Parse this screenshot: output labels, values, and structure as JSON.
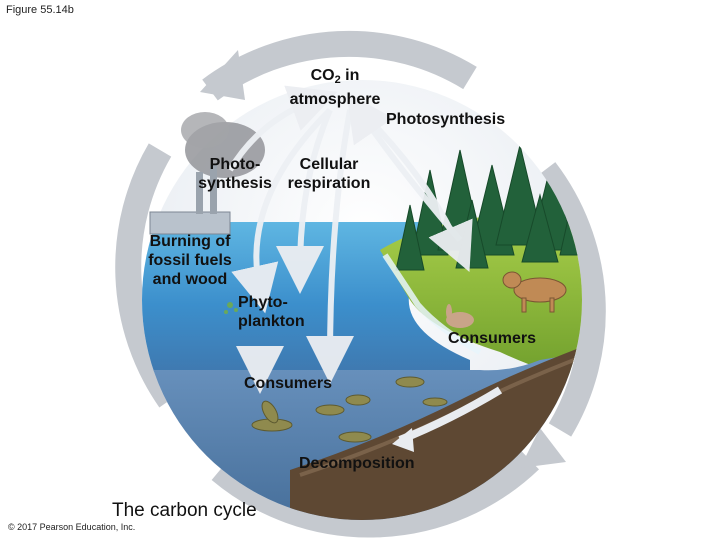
{
  "figure_label": "Figure 55.14b",
  "co2": {
    "line1_prefix": "CO",
    "line1_sub": "2",
    "line1_suffix": " in",
    "line2": "atmosphere"
  },
  "labels": {
    "photosynthesis_land": "Photosynthesis",
    "photosynthesis_ocean_1": "Photo-",
    "photosynthesis_ocean_2": "synthesis",
    "cellular_respiration_1": "Cellular",
    "cellular_respiration_2": "respiration",
    "burning_1": "Burning of",
    "burning_2": "fossil fuels",
    "burning_3": "and wood",
    "phytoplankton_1": "Phyto-",
    "phytoplankton_2": "plankton",
    "consumers_land": "Consumers",
    "consumers_ocean": "Consumers",
    "decomposition": "Decomposition"
  },
  "caption": "The carbon cycle",
  "copyright": "© 2017 Pearson Education, Inc.",
  "colors": {
    "cycle_arrow": "#c9cdd3",
    "flux_arrow": "#e4e7ec",
    "sky": "#eef2f6",
    "ocean_surface": "#49a7d8",
    "ocean_deep": "#5b86b5",
    "land": "#8fbf3a",
    "sediment": "#5b4632",
    "forest": "#1f5a2e"
  }
}
